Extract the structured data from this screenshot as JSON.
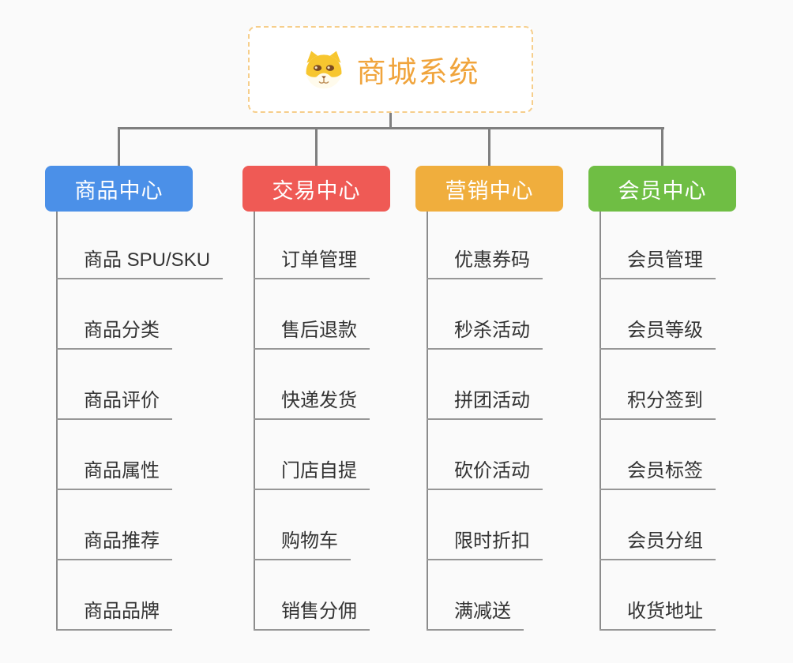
{
  "root": {
    "title": "商城系统",
    "icon": "shiba-dog-icon",
    "accent_color": "#F0A43C",
    "border_color": "#F6CE8B"
  },
  "branches": [
    {
      "label": "商品中心",
      "color": "#4B90E8",
      "children": [
        "商品 SPU/SKU",
        "商品分类",
        "商品评价",
        "商品属性",
        "商品推荐",
        "商品品牌"
      ]
    },
    {
      "label": "交易中心",
      "color": "#EF5A55",
      "children": [
        "订单管理",
        "售后退款",
        "快递发货",
        "门店自提",
        "购物车",
        "销售分佣"
      ]
    },
    {
      "label": "营销中心",
      "color": "#F0AE3D",
      "children": [
        "优惠券码",
        "秒杀活动",
        "拼团活动",
        "砍价活动",
        "限时折扣",
        "满减送"
      ]
    },
    {
      "label": "会员中心",
      "color": "#6FBE44",
      "children": [
        "会员管理",
        "会员等级",
        "积分签到",
        "会员标签",
        "会员分组",
        "收货地址"
      ]
    }
  ],
  "style": {
    "background": "#FAFAFA",
    "connector_color": "#7F7F7F",
    "leaf_line_color": "#979797",
    "leaf_text_color": "#333333"
  }
}
